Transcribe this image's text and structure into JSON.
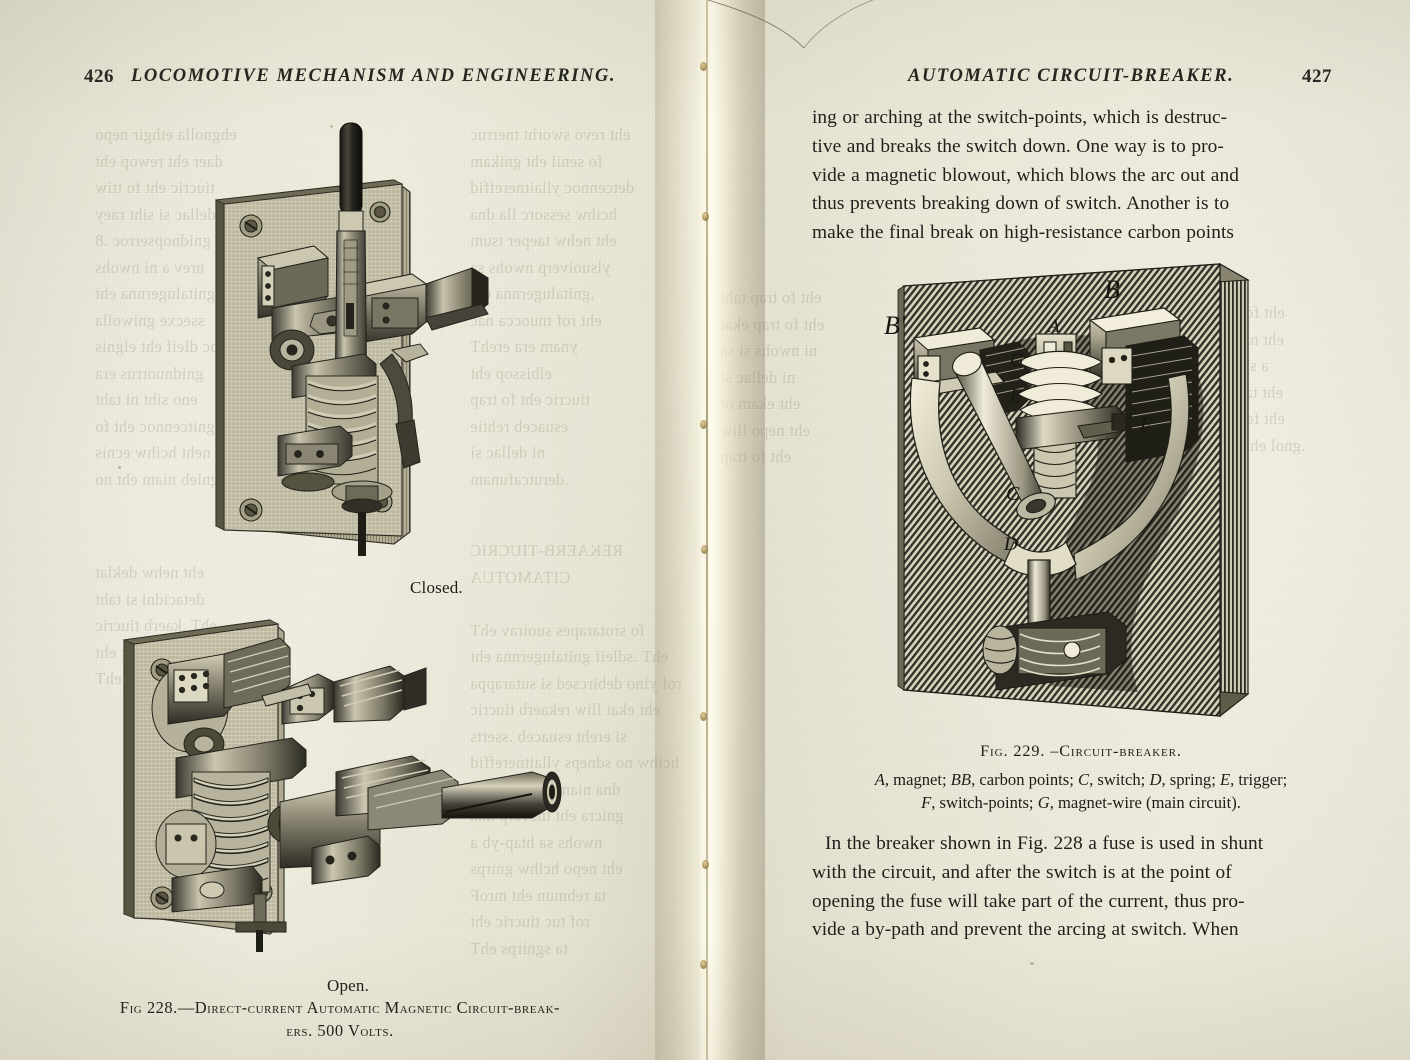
{
  "book": {
    "left_page": {
      "folio": "426",
      "running_head": "LOCOMOTIVE MECHANISM AND ENGINEERING.",
      "figure_labels": {
        "top": "Closed.",
        "bottom": "Open."
      },
      "figure_caption": {
        "line1": "Fig 228.—Direct-current Automatic Magnetic Circuit-break-",
        "line2": "ers.   500 Volts."
      },
      "showthrough_note": "faint mirrored show-through text from the reverse leaf"
    },
    "right_page": {
      "folio": "427",
      "running_head": "AUTOMATIC CIRCUIT-BREAKER.",
      "paragraph_top": [
        "ing or arching  at the switch-points, which  is  destruc-",
        "tive and  breaks the switch down.    One way is to pro-",
        "vide a magnetic blowout, which  blows the arc out  and",
        "thus prevents breaking down of switch.    Another is to",
        "make the final  break on  high-resistance  carbon points"
      ],
      "figure_caption": {
        "line1": "Fig. 229. –Circuit-breaker.",
        "line2_parts": [
          {
            "letter": "A",
            "text": ", magnet;  "
          },
          {
            "letter": "BB",
            "text": ", carbon points;  "
          },
          {
            "letter": "C",
            "text": ", switch;  "
          },
          {
            "letter": "D",
            "text": ", spring;  "
          },
          {
            "letter": "E",
            "text": ", trigger;"
          }
        ],
        "line3_parts": [
          {
            "letter": "F",
            "text": ", switch-points;  "
          },
          {
            "letter": "G",
            "text": ", magnet-wire (main circuit)."
          }
        ]
      },
      "paragraph_bottom": [
        "In the breaker shown in Fig. 228 a fuse is used in shunt",
        "with the circuit, and after the switch  is at the  point of",
        "opening the fuse will take part of the current, thus pro-",
        "vide a by-path and prevent the arcing at switch.  When"
      ],
      "figure_229_callouts": [
        "B'",
        "B",
        "A",
        "G",
        "E",
        "C",
        "D",
        "F"
      ]
    }
  },
  "colors": {
    "paper_left": "#eceada",
    "paper_right": "#edeada",
    "gutter_highlight": "#fffdee",
    "ink": "#1f1f1b",
    "engraving_ink": "#2b2b26",
    "engraving_paper": "#ded9c4",
    "bleed_ink": "#6a6350"
  },
  "figure_228": {
    "caption_number": "228",
    "views": [
      "Closed.",
      "Open."
    ],
    "subject": "Direct-current automatic magnetic circuit-breakers, 500 volts"
  },
  "figure_229": {
    "caption_number": "229",
    "subject": "Circuit-breaker",
    "key": {
      "A": "magnet",
      "BB": "carbon points",
      "C": "switch",
      "D": "spring",
      "E": "trigger",
      "F": "switch-points",
      "G": "magnet-wire (main circuit)"
    }
  }
}
